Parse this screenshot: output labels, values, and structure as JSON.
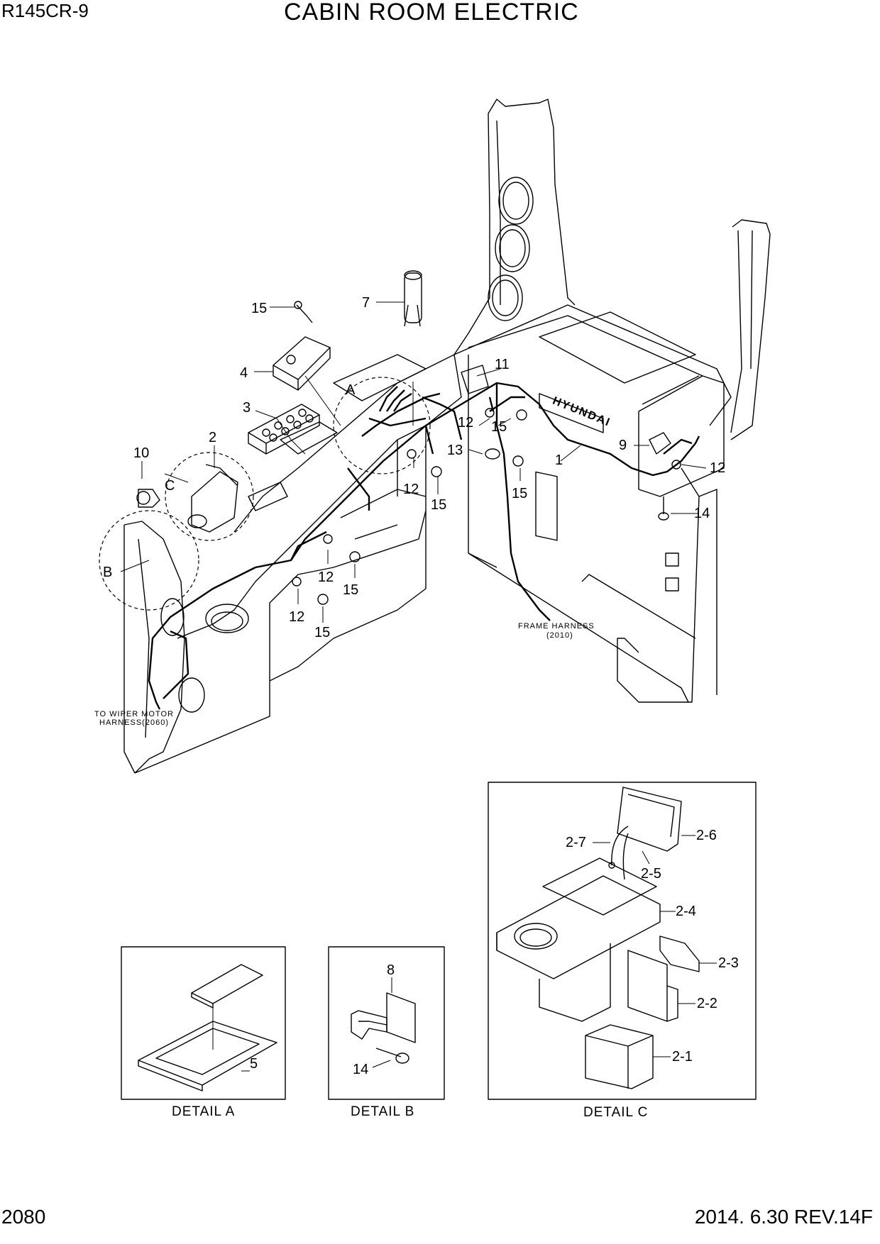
{
  "header": {
    "model": "R145CR-9",
    "title": "CABIN ROOM ELECTRIC"
  },
  "footer": {
    "page_number": "2080",
    "revision": "2014. 6.30  REV.14F"
  },
  "brand_plate": "HYUNDAI",
  "notes": {
    "frame_harness_line1": "FRAME HARNESS",
    "frame_harness_line2": "(2010)",
    "wiper_line1": "TO WIPER MOTOR",
    "wiper_line2": "HARNESS(2060)"
  },
  "detail_markers": {
    "a": "A",
    "b": "B",
    "c": "C"
  },
  "callouts": {
    "c1": "1",
    "c2": "2",
    "c3": "3",
    "c4": "4",
    "c7": "7",
    "c9": "9",
    "c10": "10",
    "c11": "11",
    "c12a": "12",
    "c12b": "12",
    "c12c": "12",
    "c12d": "12",
    "c12e": "12",
    "c13": "13",
    "c14": "14",
    "c15a": "15",
    "c15b": "15",
    "c15c": "15",
    "c15d": "15",
    "c15e": "15",
    "c15f": "15"
  },
  "details": {
    "a": {
      "caption": "DETAIL  A",
      "part": "5"
    },
    "b": {
      "caption": "DETAIL  B",
      "part_top": "8",
      "part_bottom": "14"
    },
    "c": {
      "caption": "DETAIL C",
      "parts": {
        "p27": "2-7",
        "p26": "2-6",
        "p25": "2-5",
        "p24": "2-4",
        "p23": "2-3",
        "p22": "2-2",
        "p21": "2-1"
      }
    }
  }
}
